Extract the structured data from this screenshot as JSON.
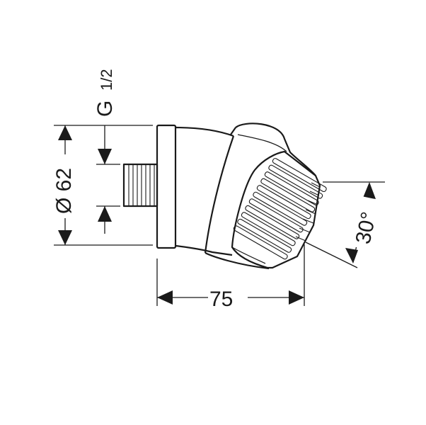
{
  "dimensions": {
    "width_label": "75",
    "diameter_label": "Ø 62",
    "thread_label_main": "G",
    "thread_label_fraction": "1/2",
    "angle_label": "30°"
  }
}
